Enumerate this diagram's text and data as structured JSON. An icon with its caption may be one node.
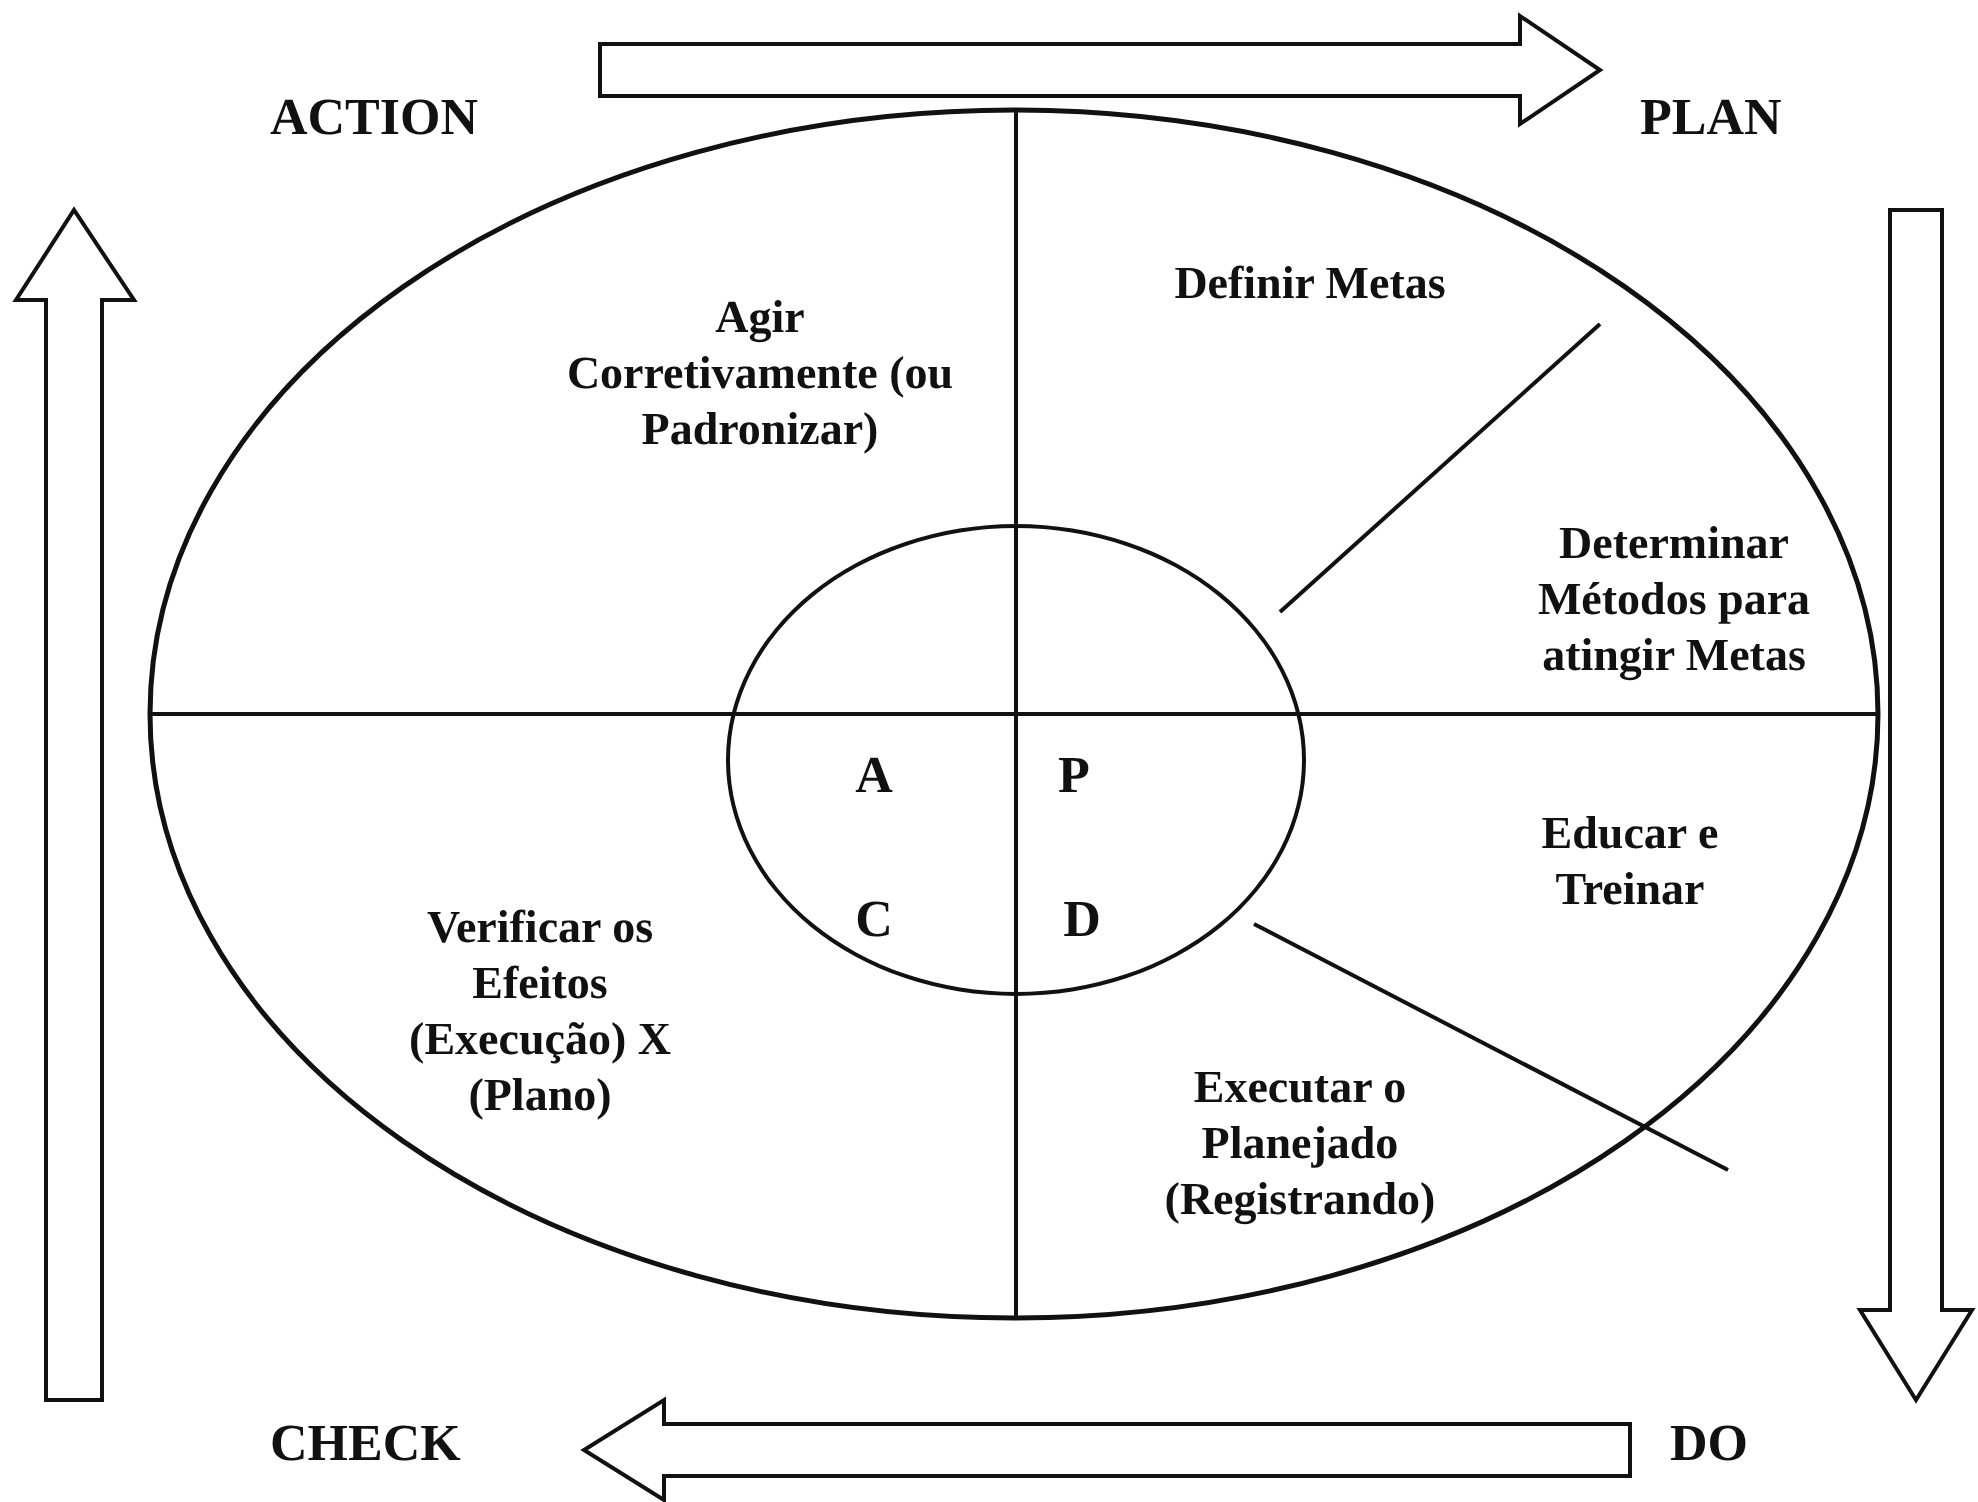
{
  "diagram": {
    "nodes": [
      {
        "text": [
          "ACTION"
        ]
      },
      {
        "text": [
          "PLAN"
        ]
      },
      {
        "text": [
          "DO"
        ]
      },
      {
        "text": [
          "CHECK"
        ]
      },
      {
        "text": [
          "Agir Corretivamente (ou Padronizar)"
        ]
      },
      {
        "text": [
          "Definir Metas"
        ]
      },
      {
        "text": [
          "Determinar Métodos para atingir Metas"
        ]
      },
      {
        "text": [
          "Educar e Treinar"
        ]
      },
      {
        "text": [
          "Executar o Planejado (Registrando)"
        ]
      },
      {
        "text": [
          "Verificar os Efeitos (Execução) X (Plano)"
        ]
      },
      {
        "text": [
          "A",
          "P",
          "C",
          "D"
        ]
      }
    ],
    "edges": [
      {
        "from": 0,
        "to": 1,
        "arrow": "to"
      },
      {
        "from": 1,
        "to": 2,
        "arrow": "to"
      },
      {
        "from": 2,
        "to": 3,
        "arrow": "to"
      },
      {
        "from": 3,
        "to": 0,
        "arrow": "to"
      }
    ]
  }
}
